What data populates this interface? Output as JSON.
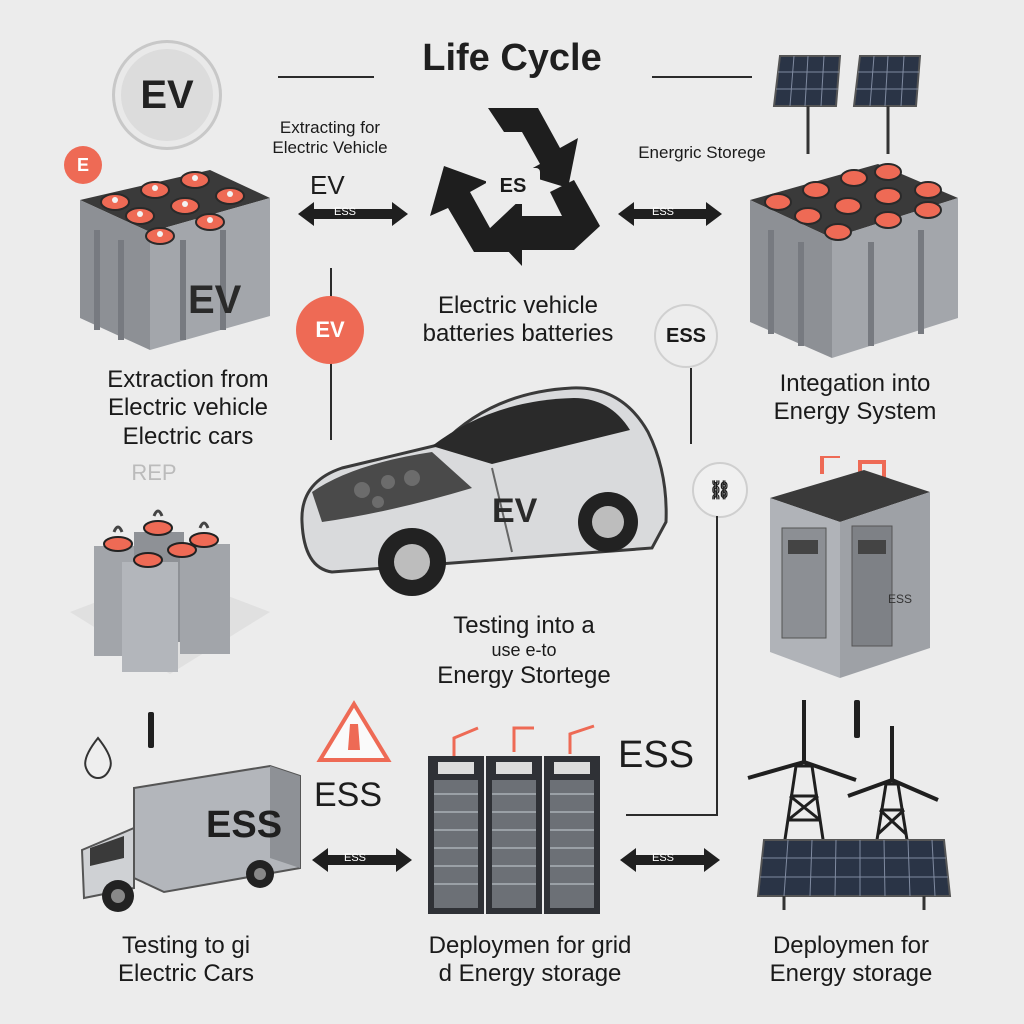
{
  "title": "Life Cycle",
  "badges": {
    "ev_top": "EV",
    "small_e": "E",
    "ev_mid": "EV",
    "ess_mid": "ESS",
    "recycle_center": "ES"
  },
  "labels": {
    "extracting_top": [
      "Extracting for",
      "Electric Vehicle"
    ],
    "extracting_ev": "EV",
    "energric": "Energric Storege",
    "center_batt": [
      "Electric vehicle",
      "batteries batteries"
    ],
    "extraction": [
      "Extraction from",
      "Electric vehicle",
      "Electric cars"
    ],
    "rep": "REP",
    "integration": [
      "Integation into",
      "Energy System"
    ],
    "testing_center": [
      "Testing into a",
      "use  e-to",
      "Energy Stortege"
    ],
    "ess_right": "ESS",
    "ess_warning": "ESS",
    "testing_bottom": [
      "Testing to gi",
      "Electric Cars"
    ],
    "deploy_grid": [
      "Deploymen for grid",
      "d  Energy storage"
    ],
    "deploy_energy": [
      "Deploymen for",
      "Energy storage"
    ]
  },
  "arrows": {
    "top_left": "ESS",
    "top_right": "ESS",
    "bottom_left": "ESS",
    "bottom_right": "ESS"
  },
  "illustrations": {
    "battery_top_left": "EV",
    "car": "EV",
    "truck": "ESS",
    "cabinet_right": "ESS"
  },
  "colors": {
    "accent_red": "#ee6a55",
    "dark": "#1f1f1f",
    "battery_gray": "#8e9196",
    "background": "#ececec"
  },
  "icons": [
    "recycle-icon",
    "solar-panel-icon",
    "wind-turbine-icon",
    "warning-icon",
    "drop-icon",
    "truck-icon",
    "car-icon",
    "battery-pack-icon",
    "rack-icon",
    "ess-cabinet-icon"
  ]
}
